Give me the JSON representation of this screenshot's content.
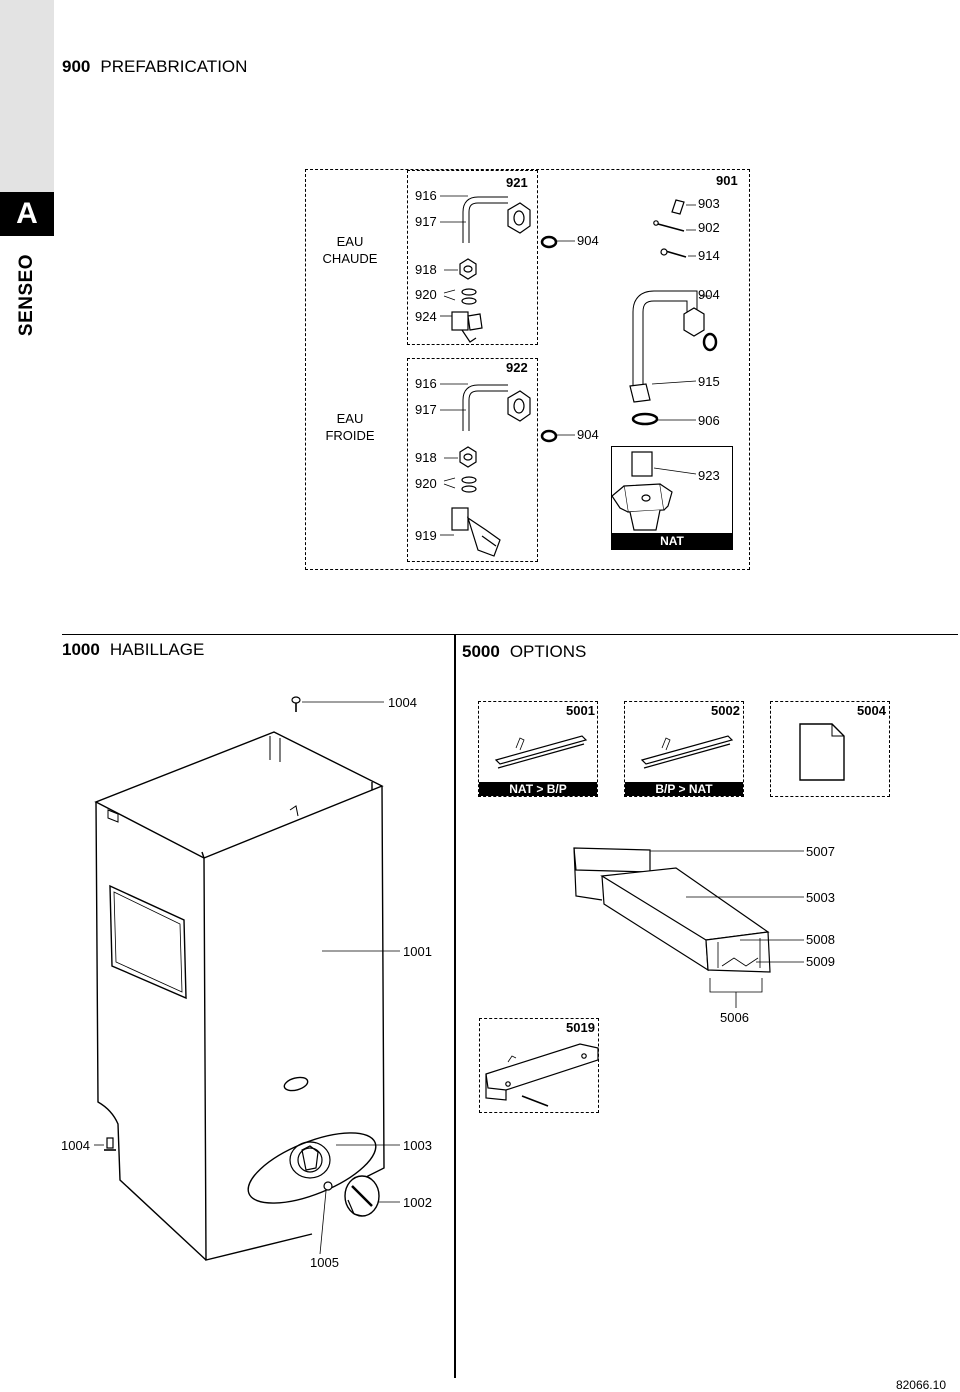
{
  "sidebar": {
    "letter": "A",
    "brand": "SENSEO"
  },
  "section900": {
    "number": "900",
    "title": "PREFABRICATION",
    "group_hot": [
      "EAU",
      "CHAUDE"
    ],
    "group_cold": [
      "EAU",
      "FROIDE"
    ],
    "kit_hot": "921",
    "kit_cold": "922",
    "kit_right": "901",
    "nat_label": "NAT",
    "hot_labels": [
      "916",
      "917",
      "918",
      "920",
      "924"
    ],
    "cold_labels": [
      "916",
      "917",
      "918",
      "920",
      "919"
    ],
    "washer_labels": [
      "904",
      "904"
    ],
    "right_labels": [
      "903",
      "902",
      "914",
      "904",
      "915",
      "906",
      "923"
    ]
  },
  "section1000": {
    "number": "1000",
    "title": "HABILLAGE",
    "labels": [
      "1004",
      "1001",
      "1004",
      "1003",
      "1002",
      "1005"
    ]
  },
  "section5000": {
    "number": "5000",
    "title": "OPTIONS",
    "kits": [
      "5001",
      "5002",
      "5004",
      "5019"
    ],
    "bars": [
      "NAT > B/P",
      "B/P > NAT"
    ],
    "labels": [
      "5007",
      "5003",
      "5008",
      "5009",
      "5006"
    ]
  },
  "footer": {
    "code": "82066.10"
  }
}
